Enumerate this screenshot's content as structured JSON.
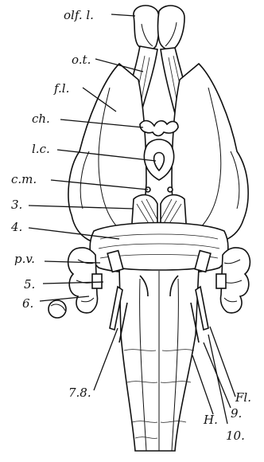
{
  "diagram": {
    "labels": [
      {
        "id": "olf-l",
        "text": "olf. l."
      },
      {
        "id": "o-t",
        "text": "o.t."
      },
      {
        "id": "f-l",
        "text": "f.l."
      },
      {
        "id": "ch",
        "text": "ch."
      },
      {
        "id": "l-c",
        "text": "l.c."
      },
      {
        "id": "c-m",
        "text": "c.m."
      },
      {
        "id": "n3",
        "text": "3."
      },
      {
        "id": "n4",
        "text": "4."
      },
      {
        "id": "p-v",
        "text": "p.v."
      },
      {
        "id": "n5",
        "text": "5."
      },
      {
        "id": "n6",
        "text": "6."
      },
      {
        "id": "n78",
        "text": "7.8."
      },
      {
        "id": "fl",
        "text": "Fl."
      },
      {
        "id": "n9",
        "text": "9."
      },
      {
        "id": "h",
        "text": "H."
      },
      {
        "id": "n10",
        "text": "10."
      }
    ]
  }
}
